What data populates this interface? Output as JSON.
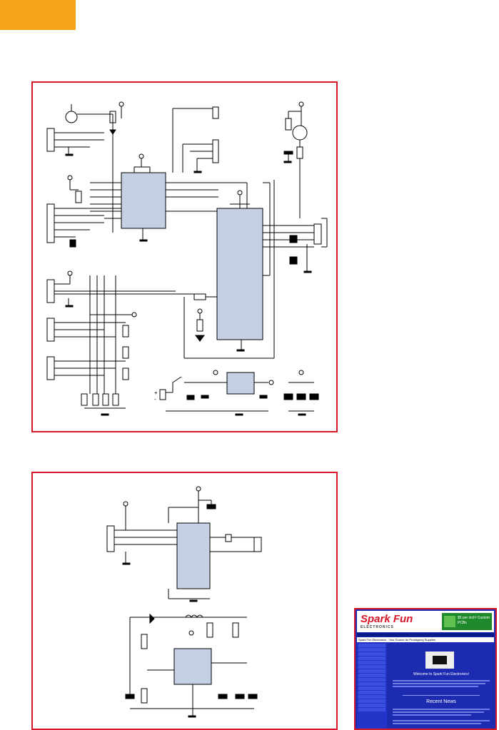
{
  "figure1": {
    "labels": {
      "plus": "+",
      "minus": "-"
    }
  },
  "figure2": {},
  "screenshot": {
    "logo": "Spark Fun",
    "logo_sub": "ELECTRONICS",
    "ad_text": "$5 per inch² Custom PCBs",
    "breadcrumb": "Spark Fun Electronics · Your Source for Prototyping Supplies",
    "welcome": "Welcome to Spark Fun Electronics!",
    "news_heading": "Recent News"
  },
  "colors": {
    "accent": "#f7a41d",
    "frame": "#d6172a",
    "ic_fill": "#c4d0e4"
  }
}
